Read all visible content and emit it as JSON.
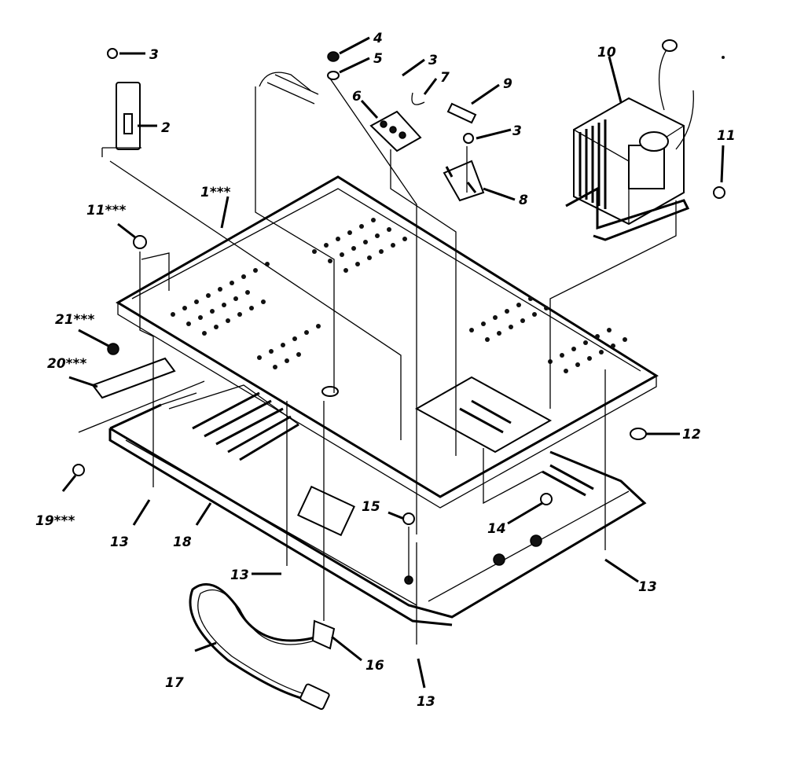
{
  "diagram": {
    "labels": {
      "p1": "1***",
      "p2": "2",
      "p3a": "3",
      "p3b": "3",
      "p3c": "3",
      "p4": "4",
      "p5": "5",
      "p6": "6",
      "p7": "7",
      "p8": "8",
      "p9": "9",
      "p10": "10",
      "p11": "11",
      "p11b": "11***",
      "p12": "12",
      "p13a": "13",
      "p13b": "13",
      "p13c": "13",
      "p13d": "13",
      "p14": "14",
      "p15": "15",
      "p16": "16",
      "p17": "17",
      "p18": "18",
      "p19": "19***",
      "p20": "20***",
      "p21": "21***"
    }
  }
}
